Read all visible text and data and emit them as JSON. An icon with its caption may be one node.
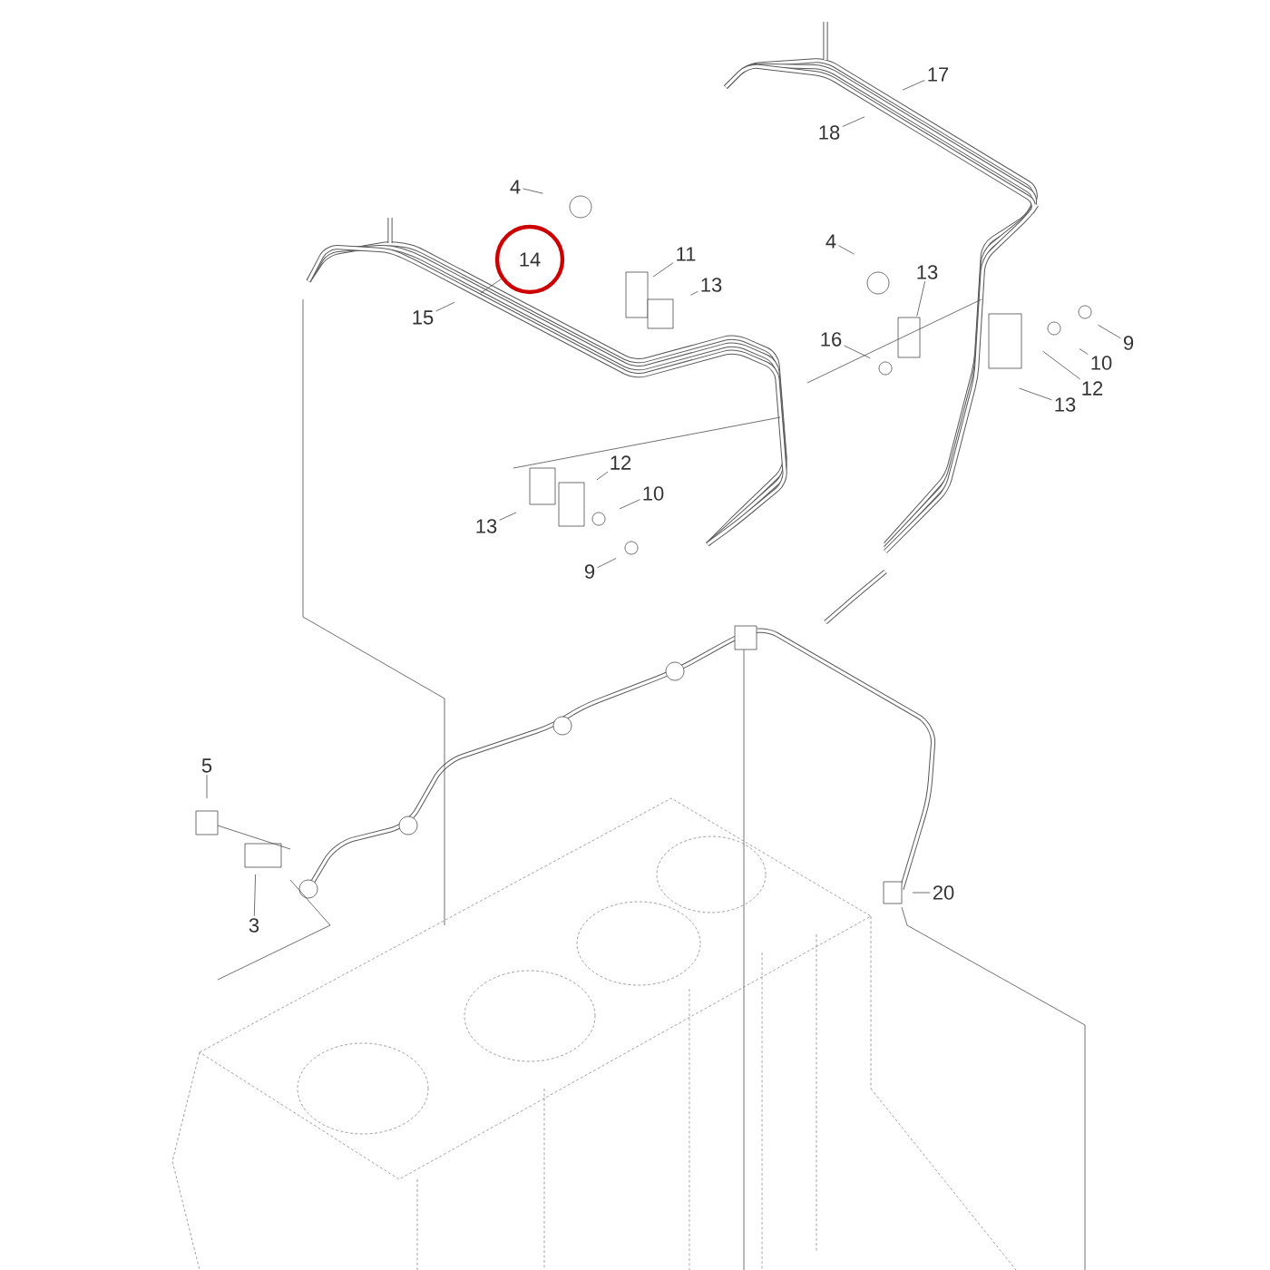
{
  "diagram": {
    "nodes": [
      {
        "text": [
          "4"
        ]
      },
      {
        "text": [
          "14"
        ]
      },
      {
        "text": [
          "11"
        ]
      },
      {
        "text": [
          "13"
        ]
      },
      {
        "text": [
          "15"
        ]
      },
      {
        "text": [
          "17"
        ]
      },
      {
        "text": [
          "18"
        ]
      },
      {
        "text": [
          "4"
        ]
      },
      {
        "text": [
          "13"
        ]
      },
      {
        "text": [
          "16"
        ]
      },
      {
        "text": [
          "9"
        ]
      },
      {
        "text": [
          "10"
        ]
      },
      {
        "text": [
          "12"
        ]
      },
      {
        "text": [
          "13"
        ]
      },
      {
        "text": [
          "12"
        ]
      },
      {
        "text": [
          "13"
        ]
      },
      {
        "text": [
          "10"
        ]
      },
      {
        "text": [
          "9"
        ]
      },
      {
        "text": [
          "5"
        ]
      },
      {
        "text": [
          "3"
        ]
      },
      {
        "text": [
          "20"
        ]
      }
    ],
    "edges": [
      {
        "from": 0,
        "to": null,
        "arrow": "none"
      },
      {
        "from": 1,
        "to": null,
        "arrow": "none"
      },
      {
        "from": 2,
        "to": null,
        "arrow": "none"
      },
      {
        "from": 3,
        "to": null,
        "arrow": "none"
      },
      {
        "from": 4,
        "to": null,
        "arrow": "none"
      },
      {
        "from": 5,
        "to": null,
        "arrow": "none"
      },
      {
        "from": 6,
        "to": null,
        "arrow": "none"
      },
      {
        "from": 7,
        "to": null,
        "arrow": "none"
      },
      {
        "from": 8,
        "to": null,
        "arrow": "none"
      },
      {
        "from": 9,
        "to": null,
        "arrow": "none"
      },
      {
        "from": 10,
        "to": null,
        "arrow": "none"
      },
      {
        "from": 11,
        "to": null,
        "arrow": "none"
      },
      {
        "from": 12,
        "to": null,
        "arrow": "none"
      },
      {
        "from": 13,
        "to": null,
        "arrow": "none"
      },
      {
        "from": 14,
        "to": null,
        "arrow": "none"
      },
      {
        "from": 15,
        "to": null,
        "arrow": "none"
      },
      {
        "from": 16,
        "to": null,
        "arrow": "none"
      },
      {
        "from": 17,
        "to": null,
        "arrow": "none"
      },
      {
        "from": 18,
        "to": null,
        "arrow": "none"
      },
      {
        "from": 19,
        "to": null,
        "arrow": "none"
      },
      {
        "from": 20,
        "to": null,
        "arrow": "none"
      }
    ]
  }
}
